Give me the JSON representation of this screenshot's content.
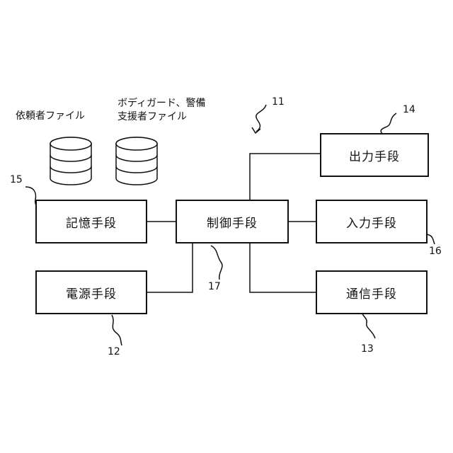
{
  "boxes": {
    "memory": "記憶手段",
    "control": "制御手段",
    "output": "出力手段",
    "input": "入力手段",
    "power": "電源手段",
    "comm": "通信手段"
  },
  "files": {
    "client": "依頼者ファイル",
    "guard_line1": "ボディガード、警備",
    "guard_line2": "支援者ファイル"
  },
  "refs": {
    "system": "11",
    "power": "12",
    "comm": "13",
    "output": "14",
    "memory": "15",
    "input": "16",
    "control": "17"
  }
}
